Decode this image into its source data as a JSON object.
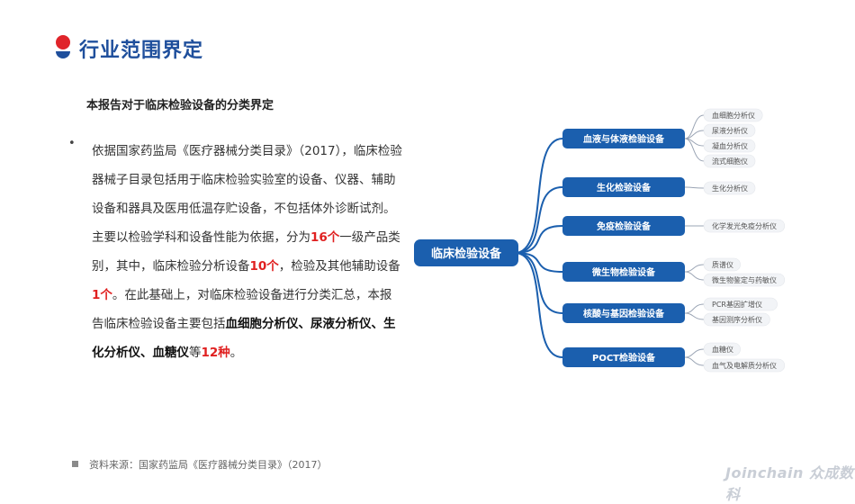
{
  "header": {
    "title": "行业范围界定",
    "subtitle": "本报告对于临床检验设备的分类界定"
  },
  "body": {
    "bullet": "•",
    "segments": [
      {
        "text": "依据国家药监局《医疗器械分类目录》（2017），临床检验器械子目录包括用于临床检验实验室的设备、仪器、辅助设备和器具及医用低温存贮设备，不包括体外诊断试剂。主要以检验学科和设备性能为依据，分为",
        "style": "normal"
      },
      {
        "text": "16个",
        "style": "red"
      },
      {
        "text": "一级产品类别，其中，临床检验分析设备",
        "style": "normal"
      },
      {
        "text": "10个",
        "style": "red"
      },
      {
        "text": "，检验及其他辅助设备",
        "style": "normal"
      },
      {
        "text": "1个",
        "style": "red"
      },
      {
        "text": "。在此基础上，对临床检验设备进行分类汇总，本报告临床检验设备主要包括",
        "style": "normal"
      },
      {
        "text": "血细胞分析仪、尿液分析仪、生化分析仪、血糖仪",
        "style": "bold"
      },
      {
        "text": "等",
        "style": "normal"
      },
      {
        "text": "12种",
        "style": "red"
      },
      {
        "text": "。",
        "style": "normal"
      }
    ]
  },
  "mindmap": {
    "root": "临床检验设备",
    "branches": [
      {
        "label": "血液与体液检验设备",
        "leaves": [
          "血细胞分析仪",
          "尿液分析仪",
          "凝血分析仪",
          "流式细胞仪"
        ]
      },
      {
        "label": "生化检验设备",
        "leaves": [
          "生化分析仪"
        ]
      },
      {
        "label": "免疫检验设备",
        "leaves": [
          "化学发光免疫分析仪"
        ]
      },
      {
        "label": "微生物检验设备",
        "leaves": [
          "质谱仪",
          "微生物鉴定与药敏仪"
        ]
      },
      {
        "label": "核酸与基因检验设备",
        "leaves": [
          "PCR基因扩增仪",
          "基因测序分析仪"
        ]
      },
      {
        "label": "POCT检验设备",
        "leaves": [
          "血糖仪",
          "血气及电解质分析仪"
        ]
      }
    ],
    "colors": {
      "node": "#1b5fae",
      "line": "#1b5fae",
      "leaf_line": "#9aa4b4"
    }
  },
  "footer": {
    "source": "资料来源：国家药监局《医疗器械分类目录》（2017）",
    "watermark": "Joinchain 众成数科"
  },
  "colors": {
    "title": "#1f4f9c",
    "logo_red": "#e0242a",
    "logo_blue": "#1f4f9c",
    "highlight": "#e02020"
  }
}
